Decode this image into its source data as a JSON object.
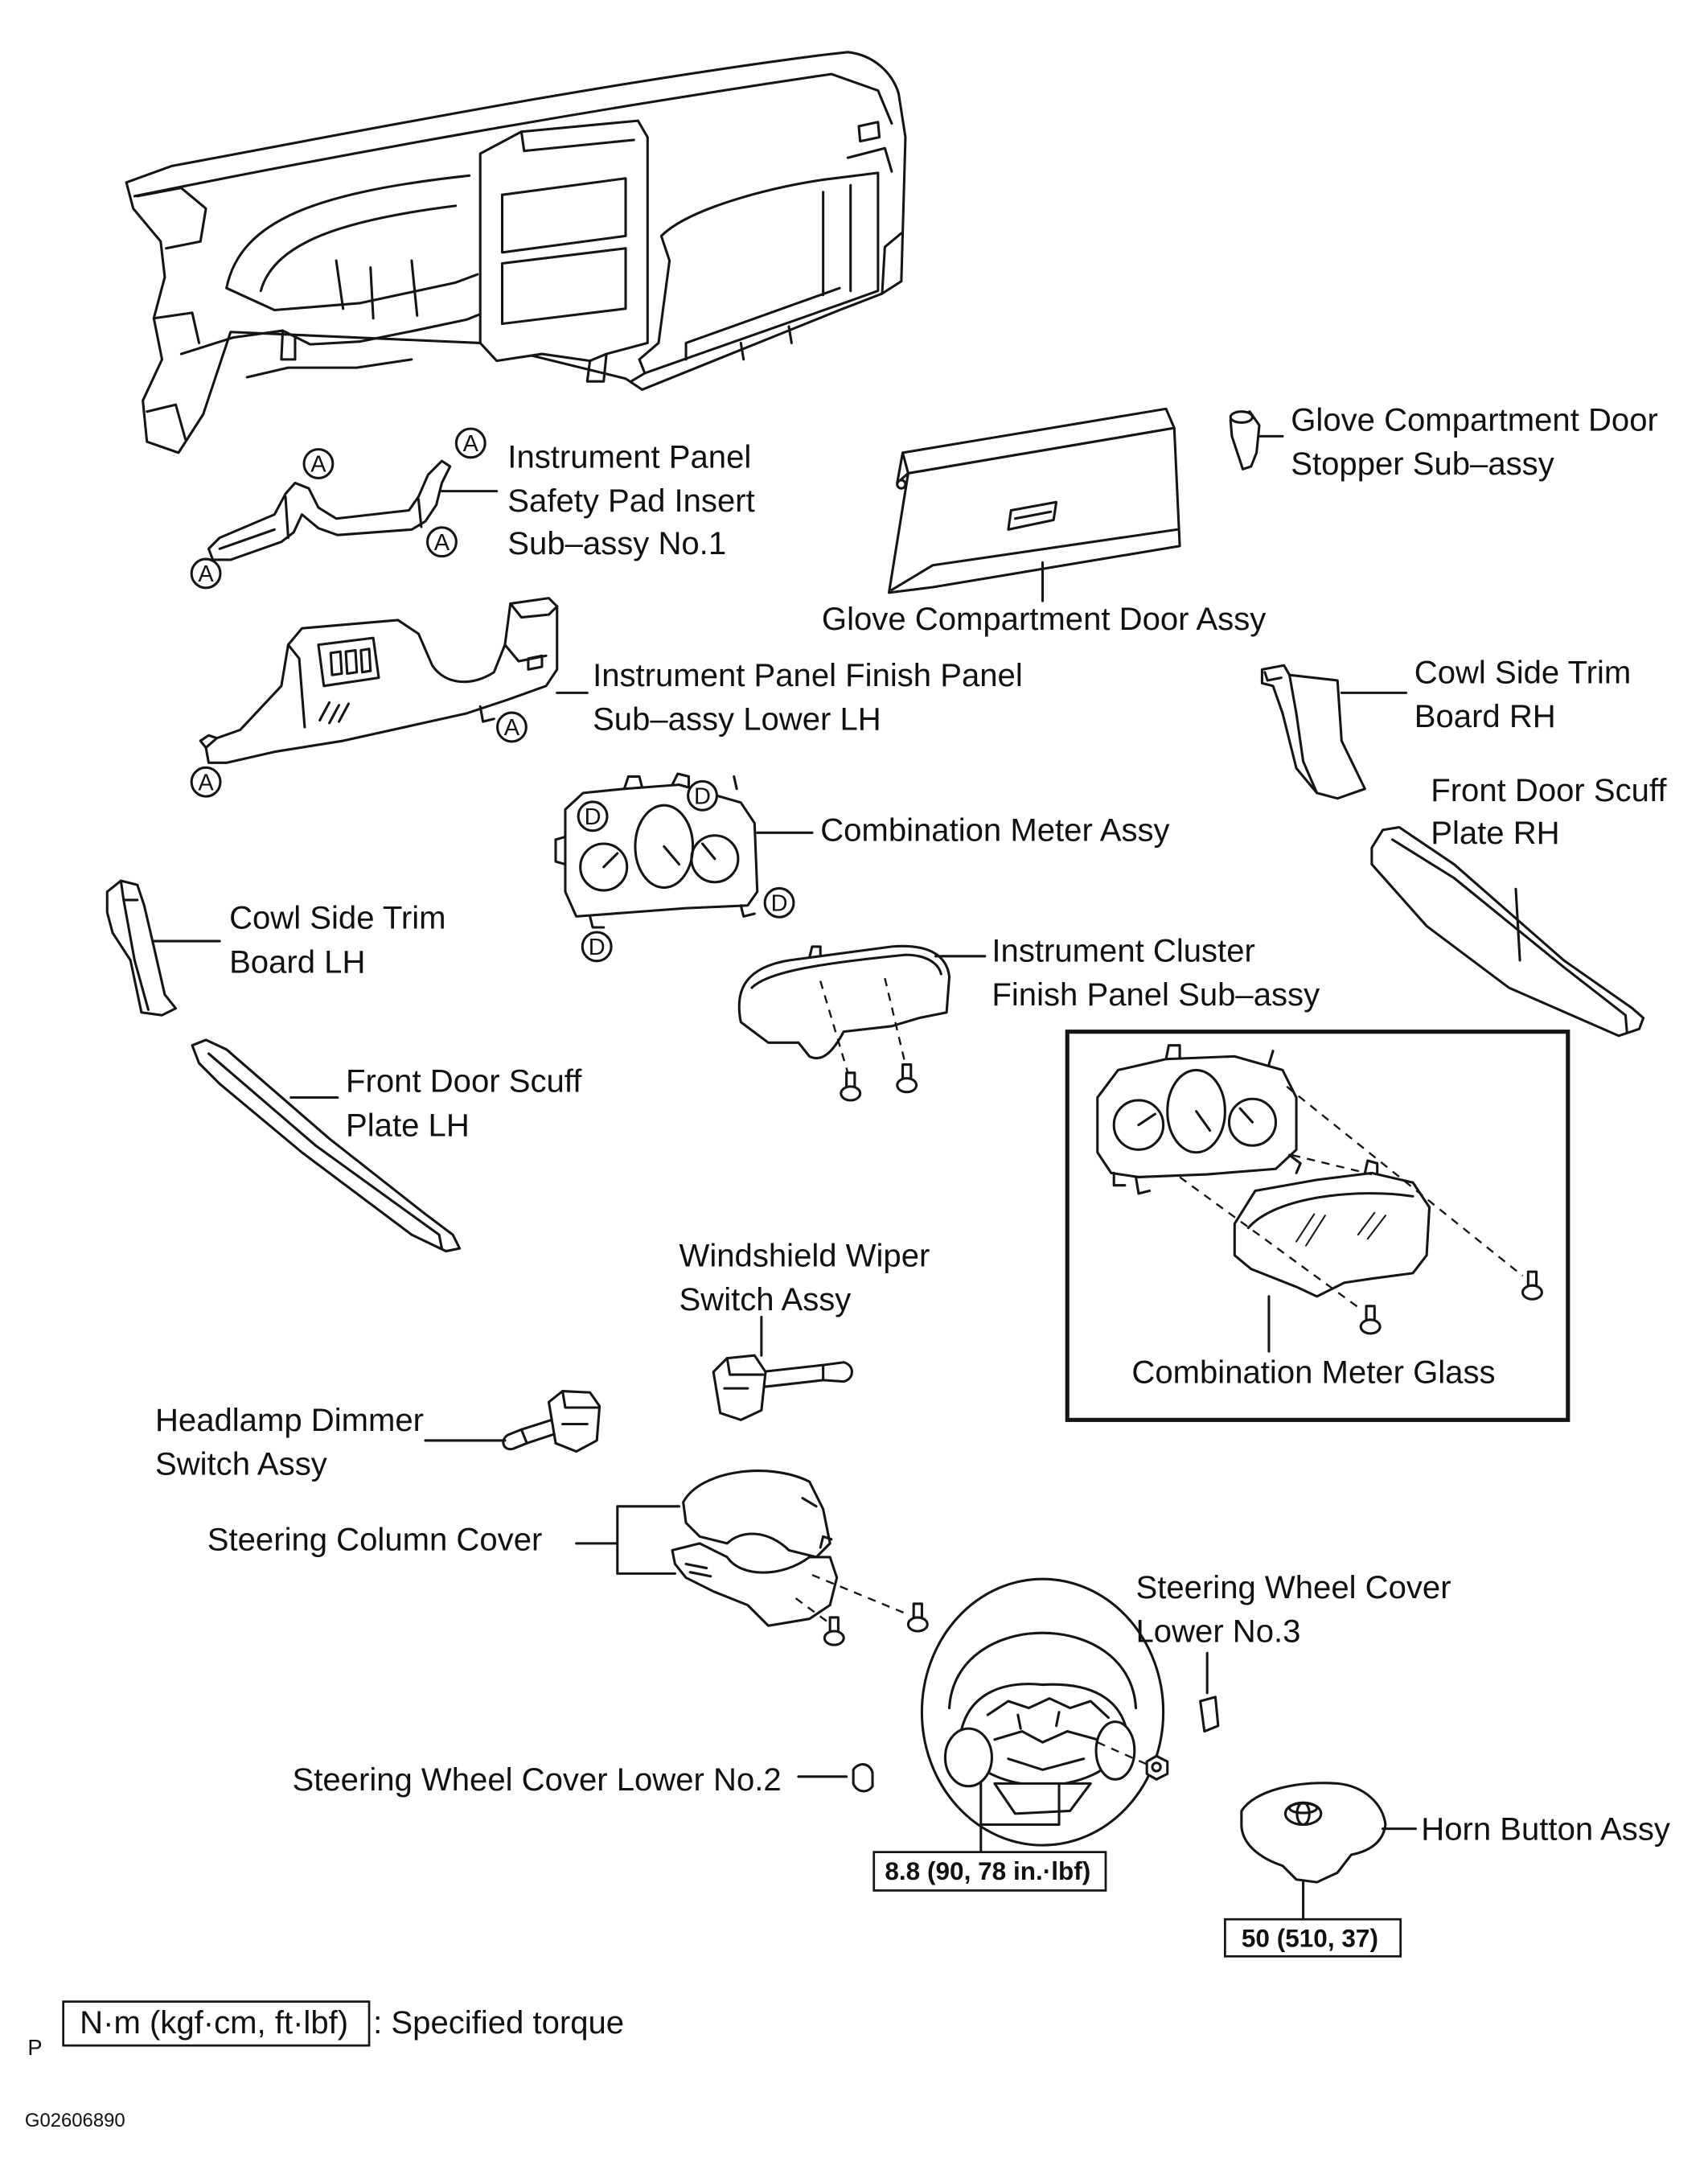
{
  "labels": {
    "safety_pad_insert": [
      "Instrument Panel",
      "Safety Pad Insert",
      "Sub–assy No.1"
    ],
    "glove_door_stopper": [
      "Glove Compartment Door",
      "Stopper Sub–assy"
    ],
    "glove_door": "Glove Compartment Door Assy",
    "finish_panel_lower_lh": [
      "Instrument Panel Finish Panel",
      "Sub–assy Lower LH"
    ],
    "cowl_side_trim_rh": [
      "Cowl Side Trim",
      "Board RH"
    ],
    "front_door_scuff_rh": [
      "Front Door Scuff",
      "Plate RH"
    ],
    "combination_meter": "Combination Meter Assy",
    "cowl_side_trim_lh": [
      "Cowl Side Trim",
      "Board LH"
    ],
    "cluster_finish_panel": [
      "Instrument Cluster",
      "Finish Panel Sub–assy"
    ],
    "front_door_scuff_lh": [
      "Front Door Scuff",
      "Plate LH"
    ],
    "wiper_switch": [
      "Windshield Wiper",
      "Switch Assy"
    ],
    "meter_glass": "Combination Meter Glass",
    "headlamp_switch": [
      "Headlamp Dimmer",
      "Switch Assy"
    ],
    "column_cover": "Steering Column Cover",
    "wheel_cover_no3": [
      "Steering Wheel Cover",
      "Lower No.3"
    ],
    "wheel_cover_no2": "Steering Wheel Cover Lower No.2",
    "horn_button": "Horn Button Assy"
  },
  "markers": {
    "a": "A",
    "d": "D"
  },
  "torque": {
    "steering_wheel": "8.8 (90, 78 in.·lbf)",
    "horn_button": "50 (510, 37)"
  },
  "legend": {
    "unit": "N·m (kgf·cm, ft·lbf)",
    "description": ": Specified torque"
  },
  "footer": {
    "corner_mark": "P",
    "figure_code": "G02606890"
  }
}
